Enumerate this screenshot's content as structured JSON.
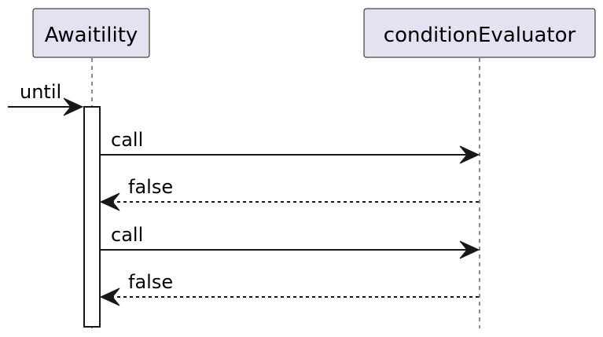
{
  "participants": {
    "awaitility": "Awaitility",
    "condition_evaluator": "conditionEvaluator"
  },
  "messages": [
    {
      "label": "until",
      "style": "solid",
      "direction": "incoming-to-awaitility"
    },
    {
      "label": "call",
      "style": "solid",
      "direction": "awaitility-to-conditionEvaluator"
    },
    {
      "label": "false",
      "style": "dashed",
      "direction": "conditionEvaluator-to-awaitility"
    },
    {
      "label": "call",
      "style": "solid",
      "direction": "awaitility-to-conditionEvaluator"
    },
    {
      "label": "false",
      "style": "dashed",
      "direction": "conditionEvaluator-to-awaitility"
    }
  ],
  "colors": {
    "participant_fill": "#e2e2f0",
    "line": "#181818",
    "activation_fill": "#ffffff"
  }
}
